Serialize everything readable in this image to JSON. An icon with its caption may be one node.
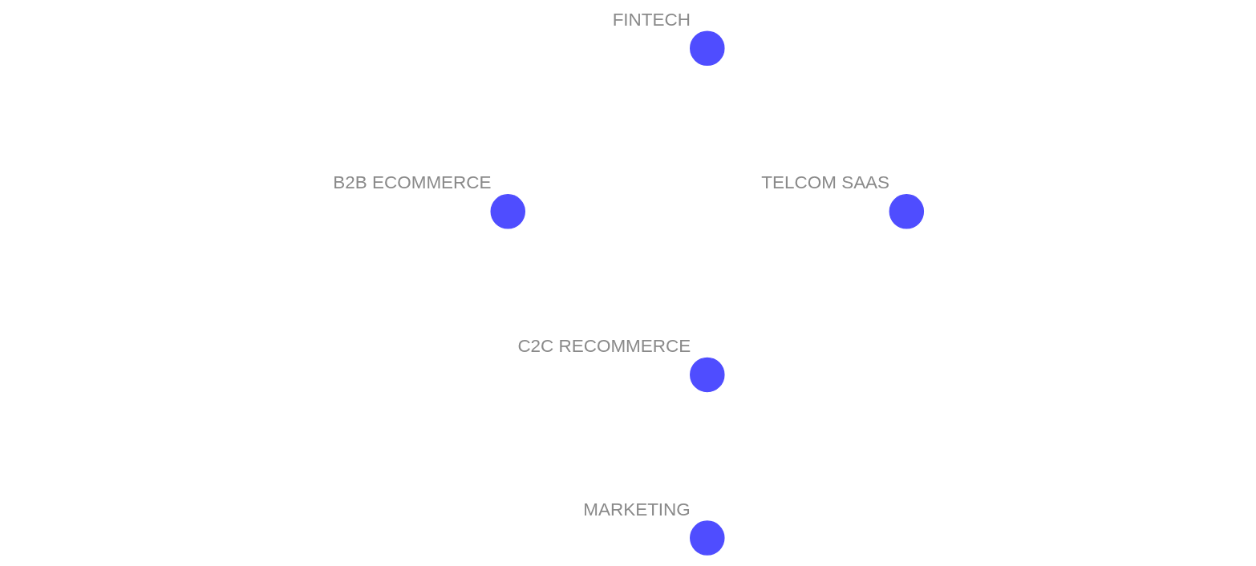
{
  "diagram": {
    "nodes": [
      {
        "text": [
          "FINTECH"
        ]
      },
      {
        "text": [
          "B2B ECOMMERCE"
        ]
      },
      {
        "text": [
          "TELCOM SAAS"
        ]
      },
      {
        "text": [
          "C2C RECOMMERCE"
        ]
      },
      {
        "text": [
          "MARKETING"
        ]
      }
    ],
    "edges": []
  }
}
